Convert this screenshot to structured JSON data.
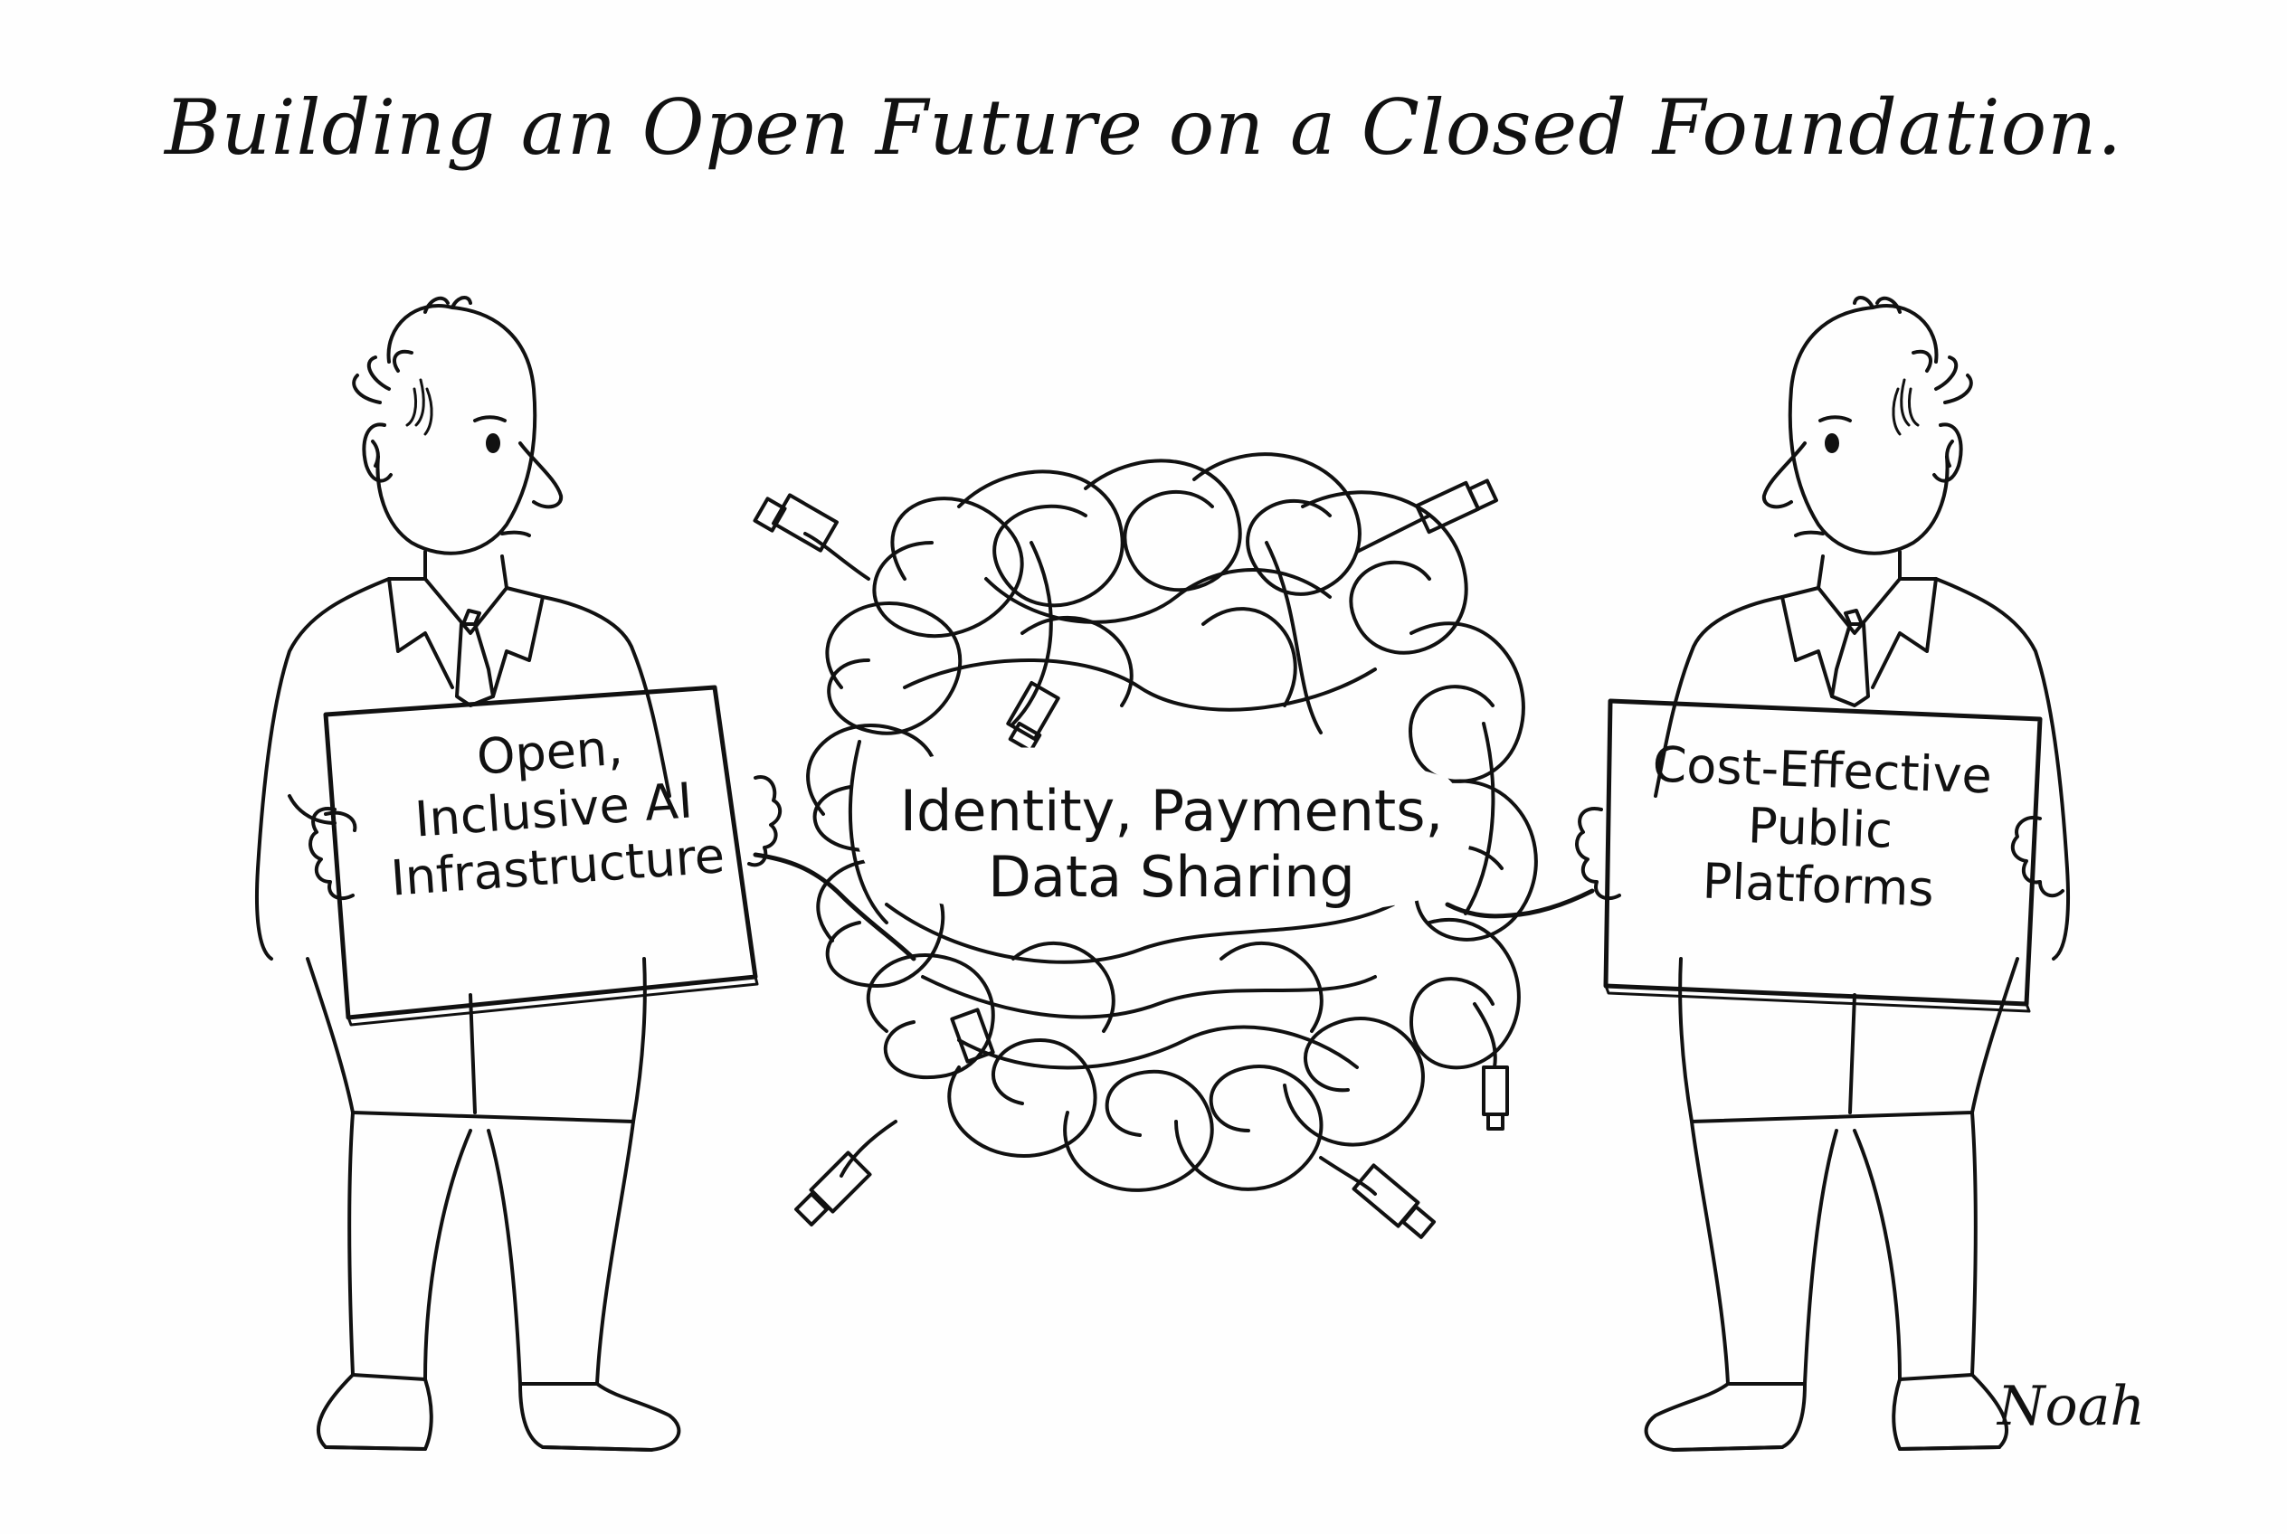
{
  "cartoon": {
    "title": "Building an Open Future on a Closed Foundation.",
    "left_sign": "Open,\nInclusive AI\nInfrastructure",
    "center_label": "Identity, Payments,\nData Sharing",
    "right_sign": "Cost-Effective\nPublic\nPlatforms",
    "signature": "Noah"
  },
  "colors": {
    "ink": "#111111",
    "paper": "#fefefe"
  }
}
